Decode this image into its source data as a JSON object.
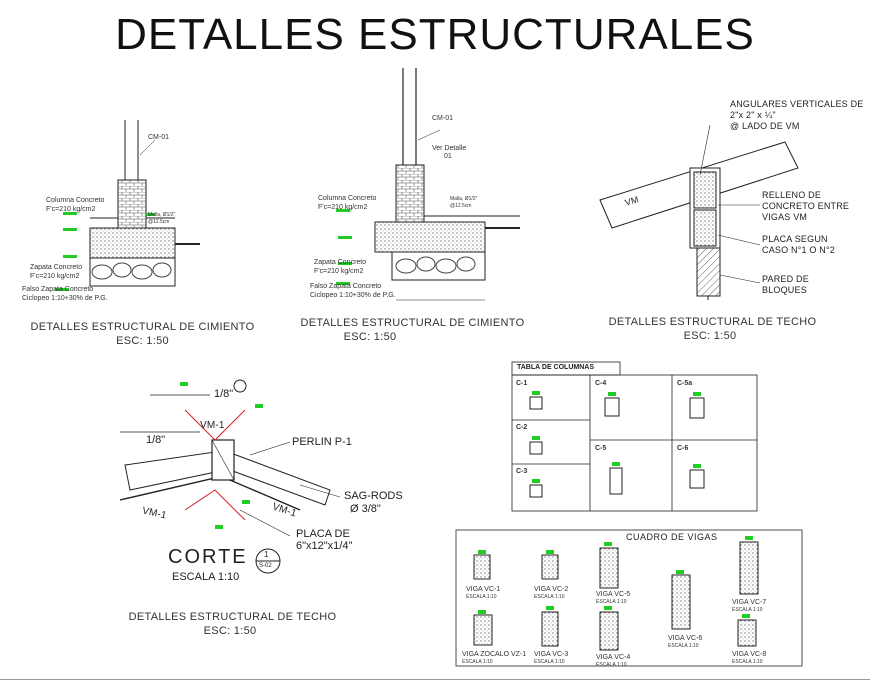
{
  "title": "DETALLES ESTRUCTURALES",
  "cimiento_left": {
    "caption": "DETALLES ESTRUCTURAL DE CIMIENTO",
    "scale": "ESC: 1:50",
    "labels": {
      "cm": "CM-01",
      "columna": "Columna Concreto",
      "columna_fc": "F'c=210 kg/cm2",
      "malla": "Malla, Ø1/2\"",
      "malla2": "@12.5cm",
      "zapata": "Zapata Concreto",
      "zapata_fc": "F'c=210 kg/cm2",
      "falso": "Falso Zapata Concreto",
      "falso2": "Ciclopeo 1:10+30% de P.G."
    }
  },
  "cimiento_center": {
    "caption": "DETALLES ESTRUCTURAL DE CIMIENTO",
    "scale": "ESC: 1:50",
    "labels": {
      "cm": "CM-01",
      "ver": "Ver Detalle",
      "ver2": "01",
      "columna": "Columna Concreto",
      "columna_fc": "F'c=210 kg/cm2",
      "malla": "Malla, Ø1/2\"",
      "malla2": "@12.5cm",
      "zapata": "Zapata Concreto",
      "zapata_fc": "F'c=210 kg/cm2",
      "falso": "Falso Zapata Concreto",
      "falso2": "Ciclopeo 1:10+30% de P.G."
    }
  },
  "techo_right": {
    "caption": "DETALLES ESTRUCTURAL DE TECHO",
    "scale": "ESC: 1:50",
    "angulares": [
      "ANGULARES VERTICALES DE",
      "2\"x 2\" x ¼\"",
      "@ LADO DE VM"
    ],
    "relleno": [
      "RELLENO DE",
      "CONCRETO ENTRE",
      "VIGAS VM"
    ],
    "placa": [
      "PLACA SEGUN",
      "CASO N°1 O N°2"
    ],
    "pared": [
      "PARED DE",
      "BLOQUES"
    ],
    "vm": "VM"
  },
  "corte": {
    "caption": "DETALLES ESTRUCTURAL DE TECHO",
    "scale": "ESC: 1:50",
    "corte": "CORTE",
    "escala": "ESCALA 1:10",
    "bubble_top": "1",
    "bubble_bottom": "S-02",
    "slope_top": "1/8\"",
    "slope_left": "1/8\"",
    "vm_top": "VM-1",
    "vm_left": "VM-1",
    "vm_right": "VM-1",
    "perlin": "PERLIN P-1",
    "sag": "SAG-RODS",
    "sag2": "Ø 3/8\"",
    "placa": "PLACA DE",
    "placa2": "6\"x12\"x1/4\""
  },
  "tabla_columnas": {
    "title": "TABLA DE COLUMNAS",
    "cells": [
      "C-1",
      "C-2",
      "C-3",
      "C-4",
      "C-5",
      "C-5a",
      "C-6"
    ]
  },
  "cuadro_vigas": {
    "title": "CUADRO DE VIGAS",
    "vigas": [
      {
        "name": "VIGA VC-1",
        "sub": "ESCALA 1:10"
      },
      {
        "name": "VIGA VC-2",
        "sub": "ESCALA 1:10"
      },
      {
        "name": "VIGA VC-5",
        "sub": "ESCALA 1:10"
      },
      {
        "name": "VIGA VC-7",
        "sub": "ESCALA 1:10"
      },
      {
        "name": "VIGA ZOCALO VZ-1",
        "sub": "ESCALA 1:10"
      },
      {
        "name": "VIGA VC-3",
        "sub": "ESCALA 1:10"
      },
      {
        "name": "VIGA VC-4",
        "sub": "ESCALA 1:10"
      },
      {
        "name": "VIGA VC-6",
        "sub": "ESCALA 1:10"
      },
      {
        "name": "VIGA VC-8",
        "sub": "ESCALA 1:10"
      }
    ]
  },
  "colors": {
    "accent": "#22cc22",
    "hatch": "#6a6a6a",
    "line": "#222222"
  }
}
